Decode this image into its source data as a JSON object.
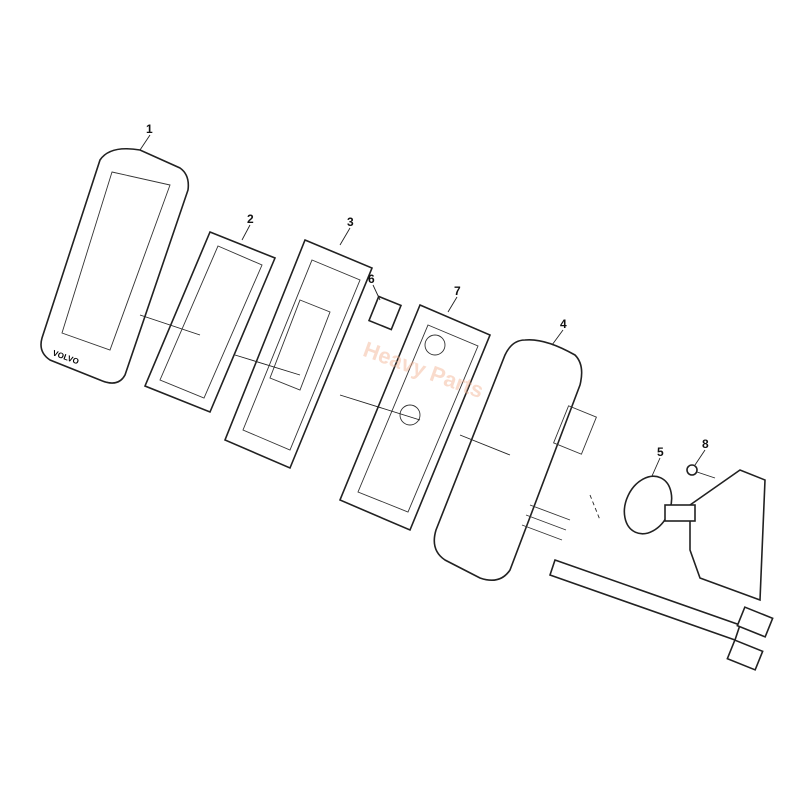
{
  "diagram": {
    "part_labels": [
      "1",
      "2",
      "3",
      "4",
      "5",
      "6",
      "7",
      "8"
    ],
    "watermark": "Heavy Parts",
    "logo_text": "VOLVO"
  }
}
